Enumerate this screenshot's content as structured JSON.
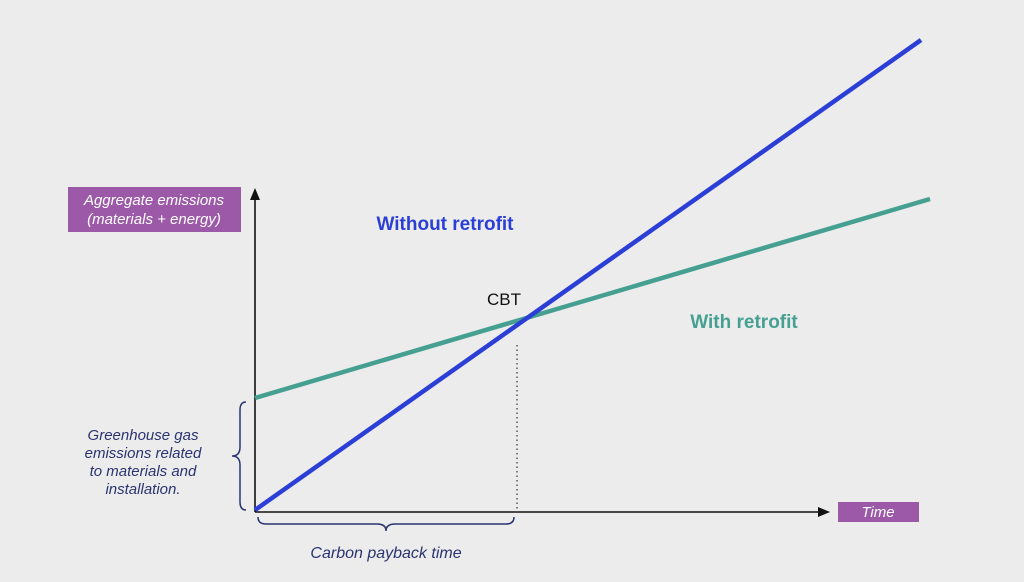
{
  "y_axis_label": {
    "line1": "Aggregate emissions",
    "line2": "(materials + energy)"
  },
  "x_axis_label": "Time",
  "series": {
    "without_retrofit": "Without retrofit",
    "with_retrofit": "With retrofit"
  },
  "intersection_label": "CBT",
  "bracket_left_label": [
    "Greenhouse gas",
    "emissions related",
    "to materials and",
    "installation."
  ],
  "bracket_bottom_label": "Carbon payback time",
  "colors": {
    "background": "#ececec",
    "without_retrofit": "#2b3fd6",
    "with_retrofit": "#45a092",
    "axis_label_bg": "#9b59a8",
    "axis": "#111111",
    "annotation_text": "#2a3470"
  }
}
